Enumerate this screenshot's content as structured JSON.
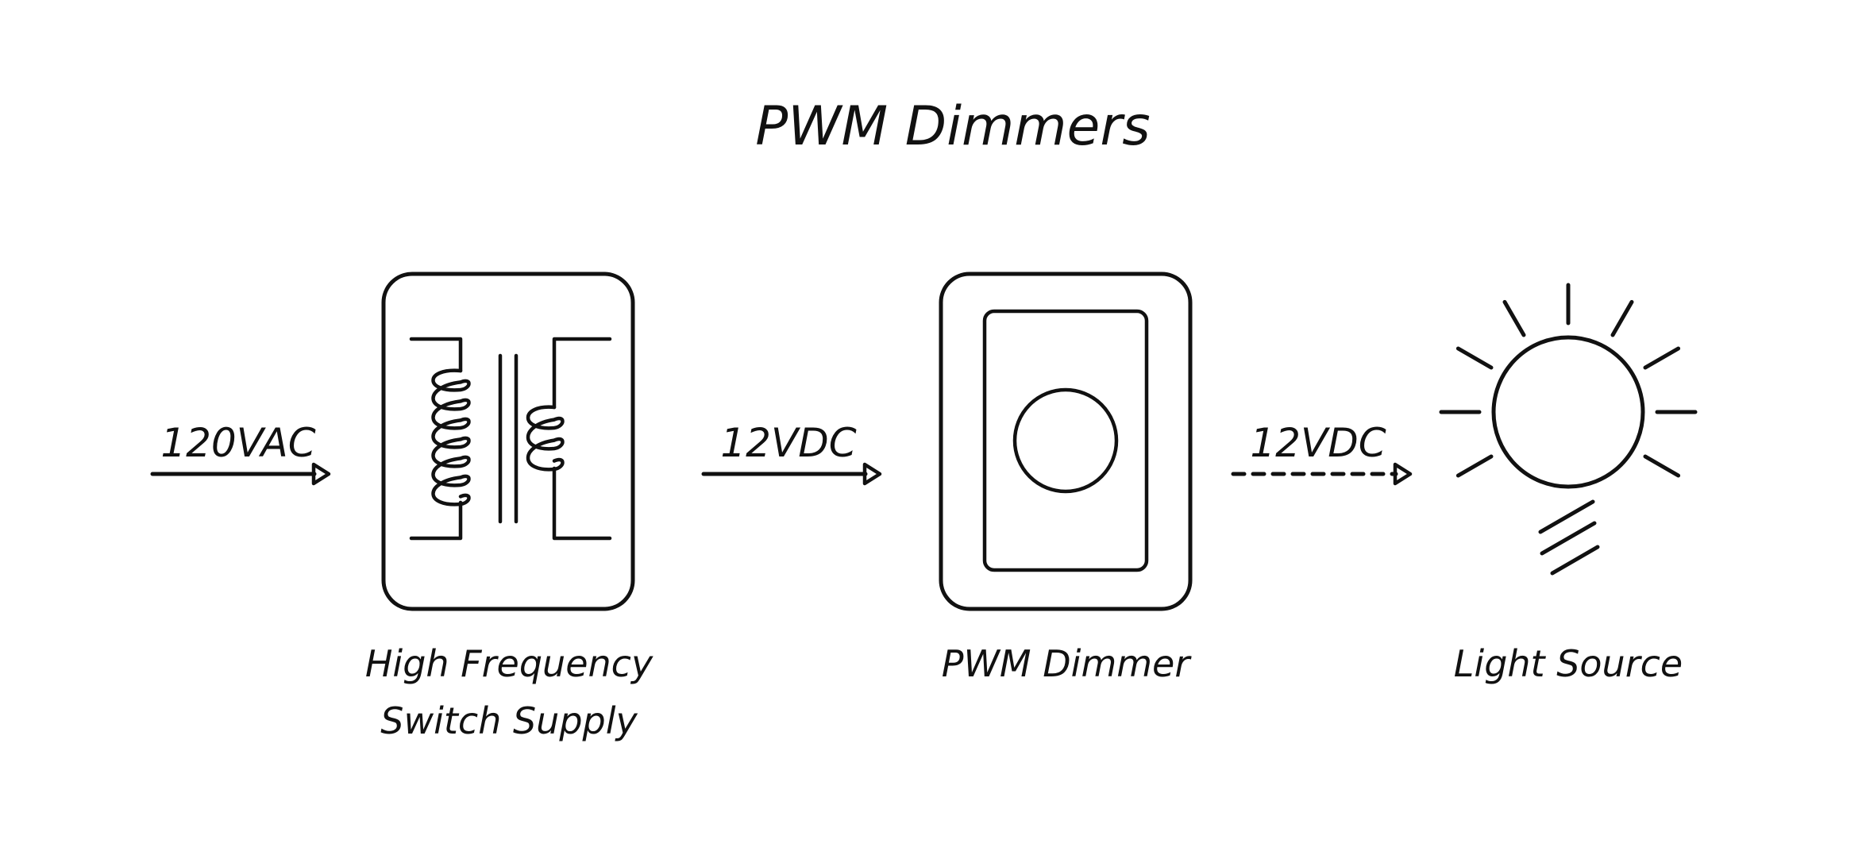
{
  "title": "PWM Dimmers",
  "inputs": {
    "ac_label": "120VAC",
    "dc_label_1": "12VDC",
    "dc_label_2": "12VDC"
  },
  "components": {
    "supply": {
      "caption_line1": "High Frequency",
      "caption_line2": "Switch Supply",
      "icon": "transformer-icon"
    },
    "dimmer": {
      "caption": "PWM Dimmer",
      "icon": "dimmer-switch-icon"
    },
    "light": {
      "caption": "Light Source",
      "icon": "sun-icon"
    }
  },
  "colors": {
    "stroke": "#111111",
    "background": "#ffffff"
  }
}
